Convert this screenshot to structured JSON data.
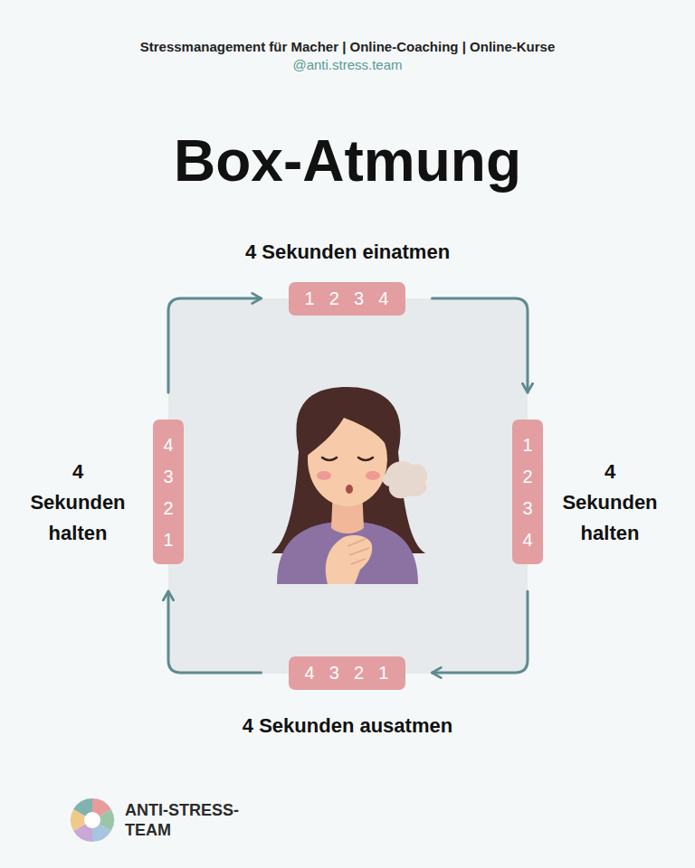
{
  "diagram": {
    "title": "Box-Atmung",
    "nodes": [
      {
        "text": [
          "1",
          "2",
          "3",
          "4"
        ]
      },
      {
        "text": [
          "1",
          "2",
          "3",
          "4"
        ]
      },
      {
        "text": [
          "4",
          "3",
          "2",
          "1"
        ]
      },
      {
        "text": [
          "4",
          "3",
          "2",
          "1"
        ]
      }
    ],
    "edges": [
      {
        "from": 0,
        "to": 1,
        "arrow": "to"
      },
      {
        "from": 1,
        "to": 2,
        "arrow": "to"
      },
      {
        "from": 2,
        "to": 3,
        "arrow": "to"
      },
      {
        "from": 3,
        "to": 0,
        "arrow": "to"
      }
    ],
    "labels": [
      "Stressmanagement für Macher | Online-Coaching | Online-Kurse",
      "@anti.stress.team",
      "4 Sekunden einatmen",
      "4 Sekunden halten",
      "4 Sekunden halten",
      "4 Sekunden ausatmen",
      "ANTI-STRESS- TEAM"
    ]
  }
}
